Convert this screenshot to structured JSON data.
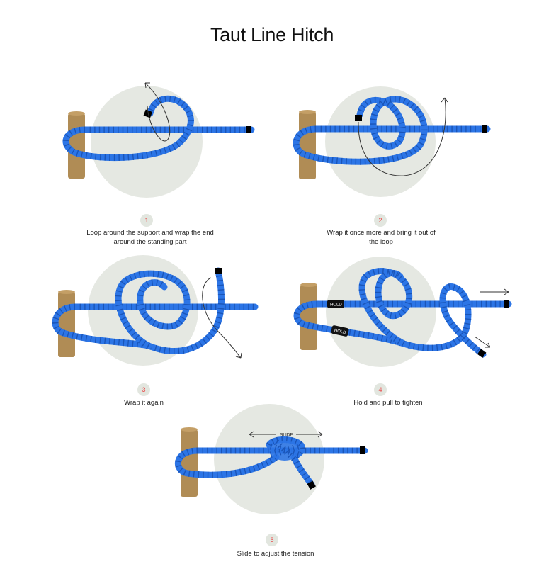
{
  "title": "Taut Line Hitch",
  "colors": {
    "rope": "#2c75e6",
    "rope_shadow": "#1a55b8",
    "post": "#b08c55",
    "background_circle": "#e5e8e2",
    "step_number": "#e84a4a",
    "step_badge_bg": "#e2e6df"
  },
  "steps": [
    {
      "number": "1",
      "caption": "Loop around the support and wrap the end around the standing part"
    },
    {
      "number": "2",
      "caption": "Wrap it once more and bring it out of the loop"
    },
    {
      "number": "3",
      "caption": "Wrap it again"
    },
    {
      "number": "4",
      "caption": "Hold and pull to tighten",
      "labels": [
        "HOLD",
        "HOLD"
      ]
    },
    {
      "number": "5",
      "caption": "Slide to adjust the tension",
      "labels": [
        "SLIDE"
      ]
    }
  ]
}
